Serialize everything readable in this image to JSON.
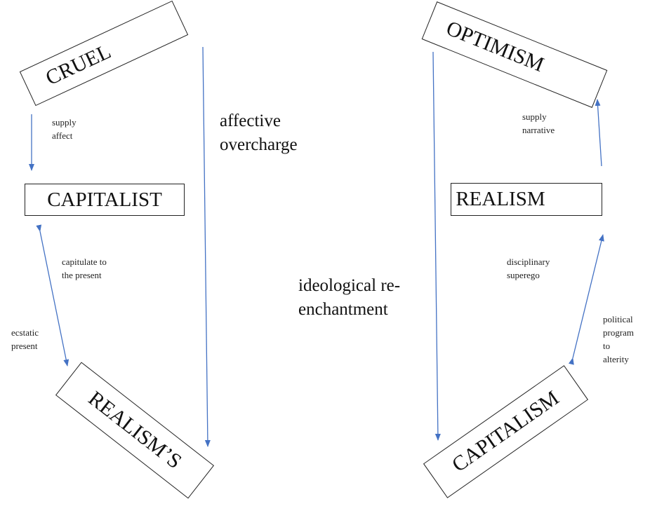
{
  "boxes": {
    "cruel": "CRUEL",
    "capitalist": "CAPITALIST",
    "realisms": "REALISM’S",
    "optimism": "OPTIMISM",
    "realism": "REALISM",
    "capitalism": "CAPITALISM"
  },
  "labels": {
    "supply_affect_1": "supply",
    "supply_affect_2": "affect",
    "capitulate_1": "capitulate to",
    "capitulate_2": "the present",
    "ecstatic_1": "ecstatic",
    "ecstatic_2": "present",
    "affective_1": "affective",
    "affective_2": "overcharge",
    "ideological_1": "ideological re-",
    "ideological_2": "enchantment",
    "supply_narrative_1": "supply",
    "supply_narrative_2": "narrative",
    "disciplinary_1": "disciplinary",
    "disciplinary_2": "superego",
    "political_1": "political",
    "political_2": "program",
    "political_3": "to",
    "political_4": "alterity"
  },
  "colors": {
    "arrow": "#4472c4",
    "border": "#222222"
  }
}
